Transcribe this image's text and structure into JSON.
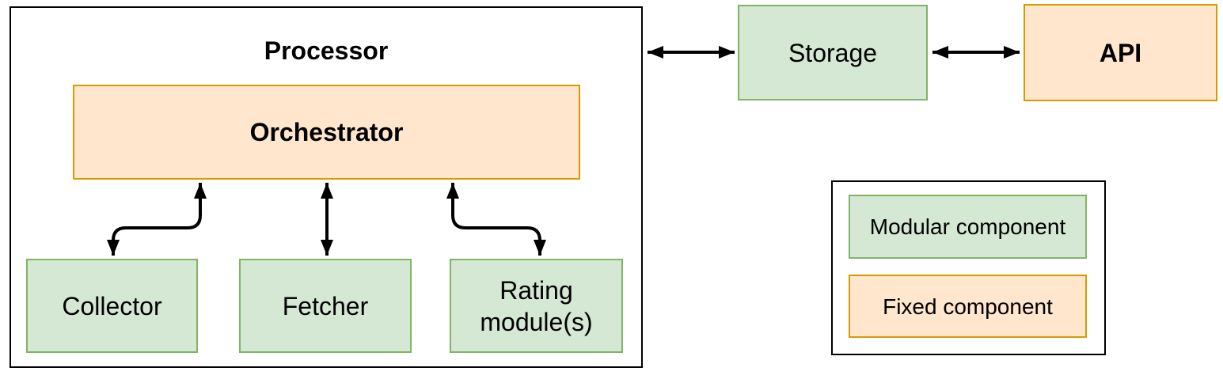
{
  "diagram": {
    "processor": {
      "title": "Processor"
    },
    "orchestrator": {
      "label": "Orchestrator"
    },
    "modules": [
      {
        "label": "Collector"
      },
      {
        "label": "Fetcher"
      },
      {
        "label": "Rating module(s)"
      }
    ],
    "storage": {
      "label": "Storage"
    },
    "api": {
      "label": "API"
    },
    "legend": {
      "items": [
        {
          "label": "Modular component",
          "type": "modular"
        },
        {
          "label": "Fixed component",
          "type": "fixed"
        }
      ]
    },
    "connections": [
      "orchestrator-collector-bidirectional",
      "orchestrator-fetcher-bidirectional",
      "orchestrator-rating-bidirectional",
      "processor-storage-bidirectional",
      "storage-api-bidirectional"
    ],
    "colors": {
      "modular_fill": "#d5e8d4",
      "modular_stroke": "#82b366",
      "fixed_fill": "#ffe6cc",
      "fixed_stroke": "#d79b00",
      "arrow_color": "#000000",
      "container_stroke": "#000000"
    }
  }
}
